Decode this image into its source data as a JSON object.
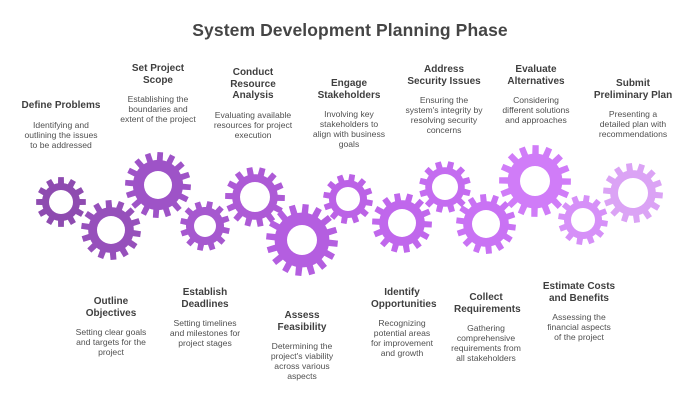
{
  "title": "System Development Planning Phase",
  "colors": {
    "title": "#454545",
    "gear_hole": "#ffffff",
    "gears": [
      "#8E4BB0",
      "#9650BB",
      "#9E53C7",
      "#A658CF",
      "#AD5AD6",
      "#B45EE0",
      "#BB62E6",
      "#C067EC",
      "#C46CF0",
      "#C972F4",
      "#D07CF8",
      "#D690F8",
      "#DBA3F5"
    ]
  },
  "steps": [
    {
      "id": "define-problems",
      "title": "Define Problems",
      "description": "Identifying and outlining the issues to be addressed",
      "position": "top"
    },
    {
      "id": "outline-objectives",
      "title": "Outline Objectives",
      "description": "Setting clear goals and targets for the project",
      "position": "bottom"
    },
    {
      "id": "set-project-scope",
      "title": "Set Project Scope",
      "description": "Establishing the boundaries and extent of the project",
      "position": "top"
    },
    {
      "id": "establish-deadlines",
      "title": "Establish Deadlines",
      "description": "Setting timelines and milestones for project stages",
      "position": "bottom"
    },
    {
      "id": "conduct-resource-analysis",
      "title": "Conduct Resource Analysis",
      "description": "Evaluating available resources for project execution",
      "position": "top"
    },
    {
      "id": "assess-feasibility",
      "title": "Assess Feasibility",
      "description": "Determining the project's viability across various aspects",
      "position": "bottom"
    },
    {
      "id": "engage-stakeholders",
      "title": "Engage Stakeholders",
      "description": "Involving key stakeholders to align with business goals",
      "position": "top"
    },
    {
      "id": "identify-opportunities",
      "title": "Identify Opportunities",
      "description": "Recognizing potential areas for improvement and growth",
      "position": "bottom"
    },
    {
      "id": "address-security-issues",
      "title": "Address Security Issues",
      "description": "Ensuring the system's integrity by resolving security concerns",
      "position": "top"
    },
    {
      "id": "collect-requirements",
      "title": "Collect Requirements",
      "description": "Gathering comprehensive requirements from all stakeholders",
      "position": "bottom"
    },
    {
      "id": "evaluate-alternatives",
      "title": "Evaluate Alternatives",
      "description": "Considering different solutions and approaches",
      "position": "top"
    },
    {
      "id": "estimate-costs-and-benefits",
      "title": "Estimate Costs and Benefits",
      "description": "Assessing the financial aspects of the project",
      "position": "bottom"
    },
    {
      "id": "submit-preliminary-plan",
      "title": "Submit Preliminary Plan",
      "description": "Presenting a detailed plan with recommendations",
      "position": "top"
    }
  ]
}
